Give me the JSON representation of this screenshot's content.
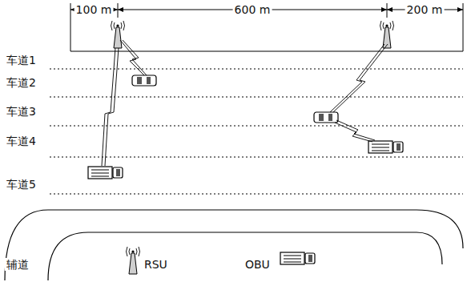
{
  "diagram": {
    "labels": [
      "100 m",
      "600 m",
      "200 m",
      "车道1",
      "车道2",
      "车道3",
      "车道4",
      "车道5",
      "辅道"
    ],
    "legend": [
      {
        "text": "RSU"
      },
      {
        "text": "OBU"
      }
    ]
  }
}
